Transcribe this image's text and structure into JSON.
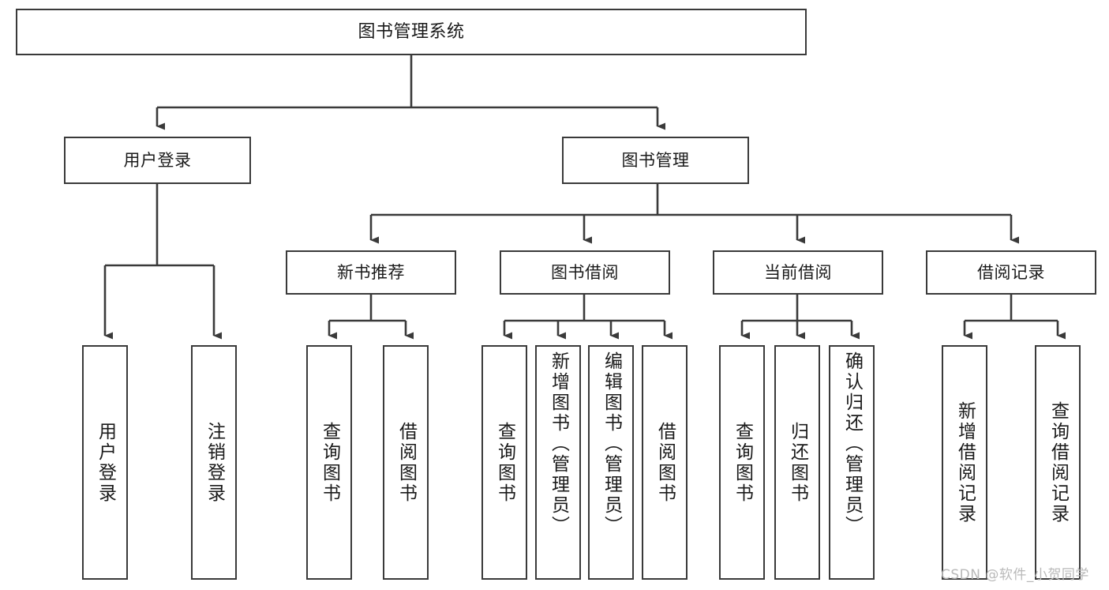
{
  "diagram": {
    "title": "图书管理系统",
    "type": "hierarchy-tree",
    "nodes": {
      "root": {
        "label": "图书管理系统"
      },
      "level1": [
        {
          "id": "user-login",
          "label": "用户登录"
        },
        {
          "id": "book-management",
          "label": "图书管理"
        }
      ],
      "level2": [
        {
          "id": "new-book-recommend",
          "label": "新书推荐",
          "parent": "book-management"
        },
        {
          "id": "book-borrow",
          "label": "图书借阅",
          "parent": "book-management"
        },
        {
          "id": "current-borrow",
          "label": "当前借阅",
          "parent": "book-management"
        },
        {
          "id": "borrow-record",
          "label": "借阅记录",
          "parent": "book-management"
        }
      ],
      "leaves": [
        {
          "id": "leaf-user-login",
          "label": "用户登录",
          "parent": "user-login"
        },
        {
          "id": "leaf-user-logout",
          "label": "注销登录",
          "parent": "user-login"
        },
        {
          "id": "leaf-query-book-1",
          "label": "查询图书",
          "parent": "new-book-recommend"
        },
        {
          "id": "leaf-borrow-book-1",
          "label": "借阅图书",
          "parent": "new-book-recommend"
        },
        {
          "id": "leaf-query-book-2",
          "label": "查询图书",
          "parent": "book-borrow"
        },
        {
          "id": "leaf-add-book",
          "label": "新增图书（管理员）",
          "parent": "book-borrow"
        },
        {
          "id": "leaf-edit-book",
          "label": "编辑图书（管理员）",
          "parent": "book-borrow"
        },
        {
          "id": "leaf-borrow-book-2",
          "label": "借阅图书",
          "parent": "book-borrow"
        },
        {
          "id": "leaf-query-book-3",
          "label": "查询图书",
          "parent": "current-borrow"
        },
        {
          "id": "leaf-return-book",
          "label": "归还图书",
          "parent": "current-borrow"
        },
        {
          "id": "leaf-confirm-return",
          "label": "确认归还（管理员）",
          "parent": "current-borrow"
        },
        {
          "id": "leaf-add-record",
          "label": "新增借阅记录",
          "parent": "borrow-record"
        },
        {
          "id": "leaf-query-record",
          "label": "查询借阅记录",
          "parent": "borrow-record"
        }
      ]
    },
    "colors": {
      "stroke": "#3a3a3a",
      "fill": "#ffffff",
      "text": "#1a1a1a",
      "watermark": "#b9b9b9"
    }
  },
  "watermark": {
    "text": "CSDN @软件_小贺同学"
  }
}
